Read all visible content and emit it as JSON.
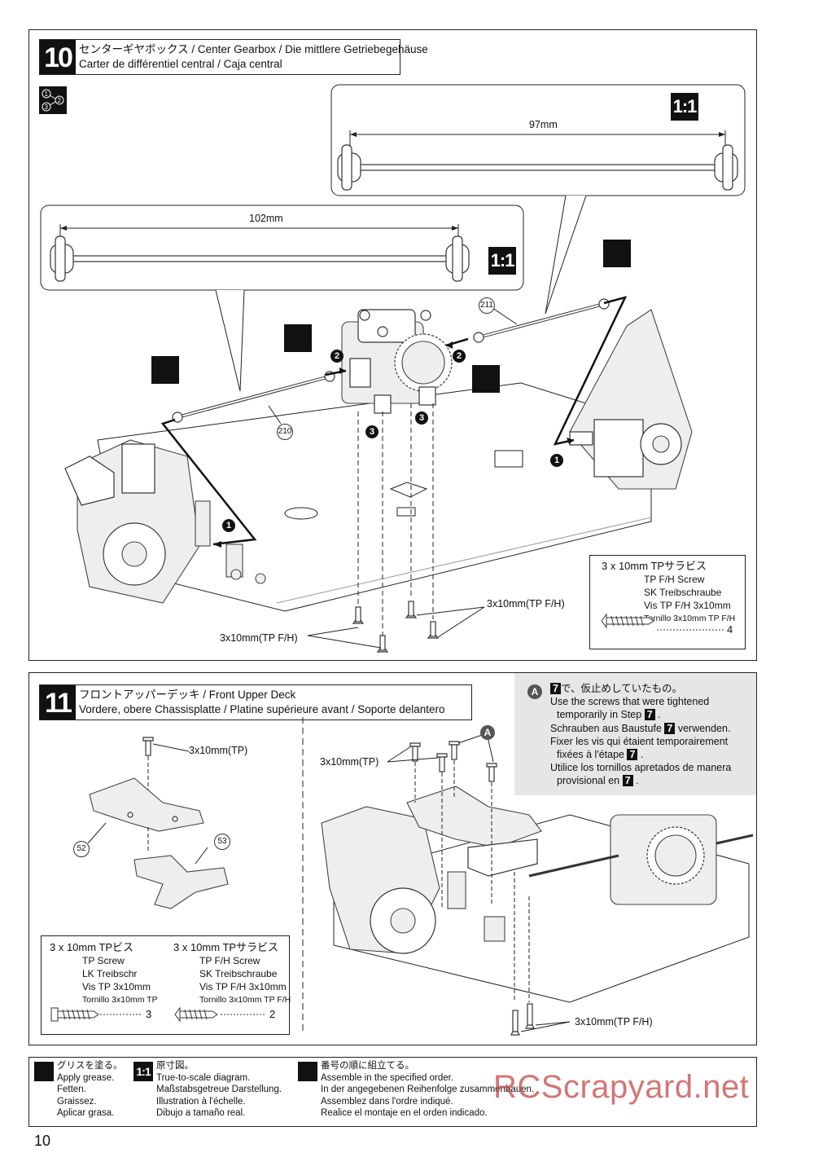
{
  "page_number": "10",
  "step10": {
    "number": "10",
    "title_line1": "センターギヤボックス / Center Gearbox / Die mittlere Getriebegehäuse",
    "title_line2": "Carter de différentiel central / Caja central",
    "order_icon": "1 2 3",
    "scale_label": "1:1",
    "shaft_long_length": "102mm",
    "shaft_short_length": "97mm",
    "part_210": "210",
    "part_211": "211",
    "steps": [
      "1",
      "2",
      "3"
    ],
    "screw_label_right": "3x10mm(TP F/H)",
    "screw_label_left": "3x10mm(TP F/H)",
    "legend": {
      "size": "3 x 10mm  TPサラビス",
      "lines": [
        "TP F/H Screw",
        "SK Treibschraube",
        "Vis TP F/H 3x10mm",
        "Tornillo 3x10mm TP F/H"
      ],
      "count": "4"
    }
  },
  "step11": {
    "number": "11",
    "title_line1": "フロントアッパーデッキ / Front Upper Deck",
    "title_line2": "Vordere, obere Chassisplatte / Platine supérieure avant / Soporte delantero",
    "screw_tp_label": "3x10mm(TP)",
    "screw_tp_label2": "3x10mm(TP)",
    "screw_fh_label": "3x10mm(TP F/H)",
    "part_52": "52",
    "part_53": "53",
    "marker_a": "A",
    "note": {
      "line1_pre": "",
      "step_ref": "7",
      "line1_post": "で、仮止めしていたもの。",
      "en1": "Use the screws that were tightened",
      "en2": "temporarily in Step",
      "de_pre": "Schrauben aus Baustufe",
      "de_post": "verwenden.",
      "fr1": "Fixer les vis qui étaient temporairement",
      "fr2": "fixées à l'étape",
      "es1": "Utilice los tornillos apretados de manera",
      "es2": "provisional en",
      "dot": "."
    },
    "legend_left": {
      "size": "3 x 10mm  TPビス",
      "lines": [
        "TP Screw",
        "LK Treibschr",
        "Vis TP 3x10mm",
        "Tornillo 3x10mm TP"
      ],
      "count": "3"
    },
    "legend_right": {
      "size": "3 x 10mm  TPサラビス",
      "lines": [
        "TP F/H Screw",
        "SK Treibschraube",
        "Vis TP F/H 3x10mm",
        "Tornillo 3x10mm TP F/H"
      ],
      "count": "2"
    }
  },
  "footer": {
    "grease": [
      "グリスを塗る。",
      "Apply grease.",
      "Fetten.",
      "Graissez.",
      "Aplicar grasa."
    ],
    "scale": [
      "原寸図。",
      "True-to-scale diagram.",
      "Maßstabsgetreue Darstellung.",
      "Illustration à l'échelle.",
      "Dibujo a tamaño real."
    ],
    "order": [
      "番号の順に組立てる。",
      "Assemble in the specified order.",
      "In der angegebenen Reihenfolge zusammenbauen.",
      "Assemblez dans l'ordre indiqué.",
      "Realice el montaje en el orden indicado."
    ]
  },
  "watermark": "RCScrapyard.net"
}
